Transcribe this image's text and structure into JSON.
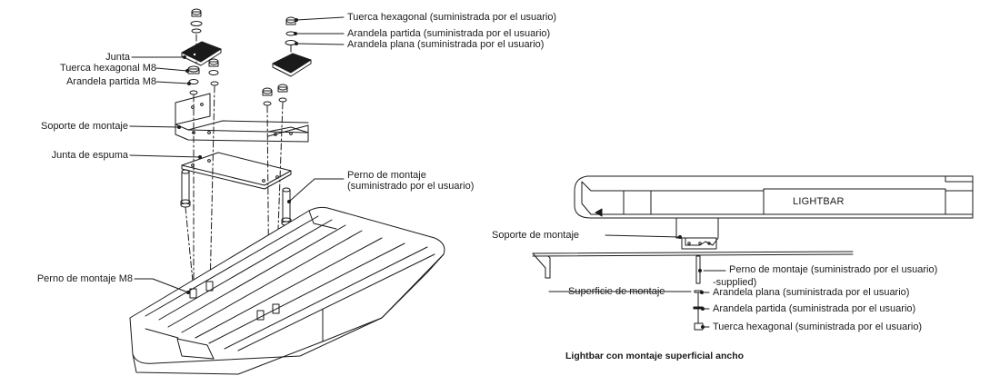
{
  "left_diagram": {
    "callouts_left": {
      "gasket": "Junta",
      "hex_nut_m8": "Tuerca hexagonal M8",
      "split_washer_m8": "Arandela partida M8",
      "mounting_bracket": "Soporte de montaje",
      "foam_gasket": "Junta de espuma",
      "mounting_bolt_m8": "Perno de montaje M8"
    },
    "callouts_right": {
      "hex_nut_user": "Tuerca hexagonal (suministrada por el usuario)",
      "split_washer_user": "Arandela partida (suministrada por el usuario)",
      "flat_washer_user": "Arandela plana (suministrada por el usuario)",
      "mounting_bolt_user_line1": "Perno de montaje",
      "mounting_bolt_user_line2": "(suministrado por el usuario)"
    }
  },
  "right_diagram": {
    "bar_label": "LIGHTBAR",
    "mounting_bracket": "Soporte de montaje",
    "mounting_surface": "Superficie de montaje",
    "bolt_line1": "Perno de montaje (suministrado por el usuario)",
    "bolt_line2": "-supplied)",
    "flat_washer": "Arandela plana (suministrada por el usuario)",
    "split_washer": "Arandela partida (suministrada por el usuario)",
    "hex_nut": "Tuerca hexagonal (suministrada por el usuario)",
    "caption": "Lightbar con montaje superficial ancho"
  }
}
